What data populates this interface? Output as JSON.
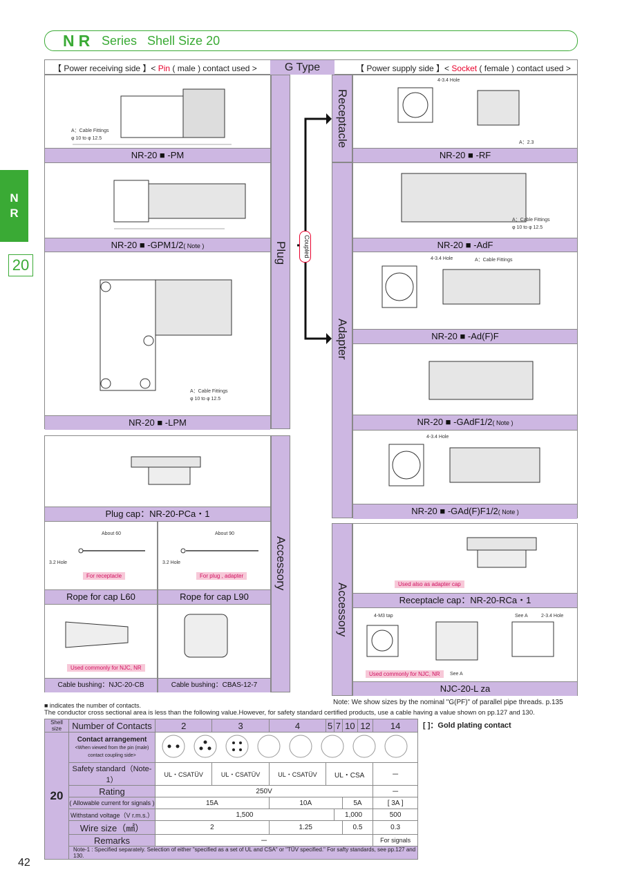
{
  "header": {
    "nr": "NR",
    "series": "Series   Shell Size 20"
  },
  "side": {
    "nr": "N\nR",
    "size": "20"
  },
  "top": {
    "left": "【 Power receiving side 】< ",
    "pin": "Pin",
    "left2": " ( male ) contact used >",
    "center": "G Type",
    "right": "【 Power supply side 】< ",
    "socket": "Socket",
    "right2": " ( female ) contact used >"
  },
  "labels": {
    "plug": "Plug",
    "coupled": "Coupled",
    "receptacle": "Receptacle",
    "adapter": "Adapter",
    "accessory": "Accessory",
    "accessory2": "Accessory"
  },
  "parts": {
    "pm": "NR-20 ■ -PM",
    "gpm": "NR-20 ■ -GPM1/2",
    "note": "( Note )",
    "lpm": "NR-20 ■ -LPM",
    "rf": "NR-20 ■ -RF",
    "adf": "NR-20 ■ -AdF",
    "adff": "NR-20 ■ -Ad(F)F",
    "gadf": "NR-20 ■ -GAdF1/2",
    "gadff": "NR-20 ■ -GAd(F)F1/2",
    "pcap": "Plug cap：NR-20-PCa・1",
    "rope60": "Rope for cap L60",
    "rope90": "Rope for cap L90",
    "rcap": "Receptacle cap：NR-20-RCa・1",
    "cb1": "Cable bushing：NJC-20-CB",
    "cb2": "Cable bushing：CBAS-12-7",
    "njc": "NJC-20-L za"
  },
  "notes": {
    "forrec": "For receptacle",
    "forplug": "For plug , adapter",
    "common1": "Used commonly for NJC, NR",
    "common2": "Used commonly for NJC, NR",
    "adapcap": "Used also as adapter cap",
    "seeA": "See A",
    "seeA2": "See A"
  },
  "dims": {
    "cable": "A：Cable Fittings",
    "cablerange": "φ 10 to φ 12.5",
    "hole": "4-3.4 Hole",
    "about60": "About 60",
    "about90": "About 90",
    "hole32": "3.2 Hole",
    "m3": "4-M3 tap",
    "hole2": "2-3.4 Hole",
    "a23": "A：2.3"
  },
  "footer": {
    "indic": "■ indicates the number of contacts.",
    "cond": "The conductor cross sectional area is less than the following value.However, for safety standard certified products, use a cable having a value shown on pp.127 and 130.",
    "notepf": "Note: We show sizes by the nominal \"G(PF)\" of parallel pipe threads. p.135",
    "gold": "[   ]：Gold plating contact",
    "note1": "Note-1 : Specified separately. Selection of either \"specified as a set of UL and CSA\" or \"TÜV specified.\" For safty standards, see pp.127 and 130.",
    "page": "42"
  },
  "table": {
    "shell": "Shell size",
    "size": "20",
    "noc": "Number of Contacts",
    "contacts": [
      "2",
      "3",
      "4",
      "5",
      "7",
      "10",
      "12",
      "14"
    ],
    "arr": "Contact arrangement",
    "arrsub": "<When viewed from the pin (male) contact coupling side>",
    "safety": "Safety standard（Note-1）",
    "saf": [
      "UL・CSA",
      "TÜV",
      "UL・CSA",
      "TÜV",
      "UL・CSA",
      "TÜV",
      "UL・CSA",
      "－"
    ],
    "rating": "Rating",
    "v250": "250V",
    "dash": "－",
    "allow": "( Allowable current for signals )",
    "cur": [
      "15A",
      "10A",
      "5A",
      "[ 3A ]"
    ],
    "wv": "Withstand voltage（V r.m.s.）",
    "wvv": [
      "1,500",
      "1,000",
      "500"
    ],
    "wire": "Wire size（㎟）",
    "wirev": [
      "2",
      "1.25",
      "0.5",
      "0.3"
    ],
    "remarks": "Remarks",
    "remv": "－",
    "forsig": "For signals"
  }
}
